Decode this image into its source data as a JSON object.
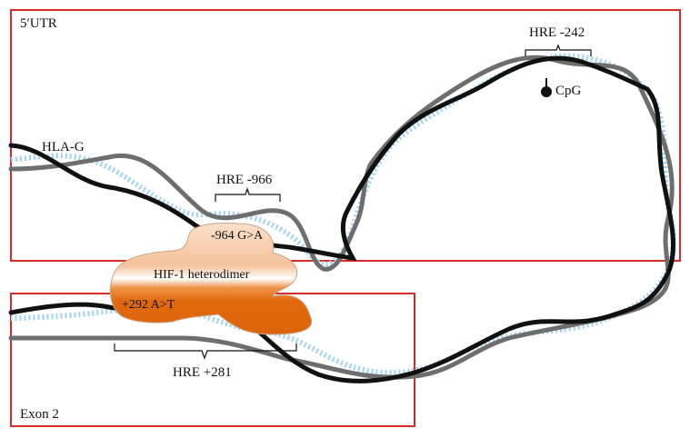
{
  "regions": {
    "utr": {
      "label": "5′UTR"
    },
    "exon": {
      "label": "Exon 2"
    }
  },
  "gene": {
    "label": "HLA-G"
  },
  "elements": {
    "hre_242": "HRE -242",
    "hre_966": "HRE -966",
    "hre_281": "HRE +281",
    "cpg": "CpG",
    "snp_964": "-964 G>A",
    "snp_292": "+292 A>T"
  },
  "protein": {
    "label": "HIF-1 heterodimer"
  },
  "colors": {
    "box": "#d42a2a",
    "strand_dark": "#111111",
    "strand_grey": "#6e6e6e",
    "helix_fill": "#9fd3f2",
    "protein_light": "#f6c9a7",
    "protein_dark": "#e0690e"
  }
}
